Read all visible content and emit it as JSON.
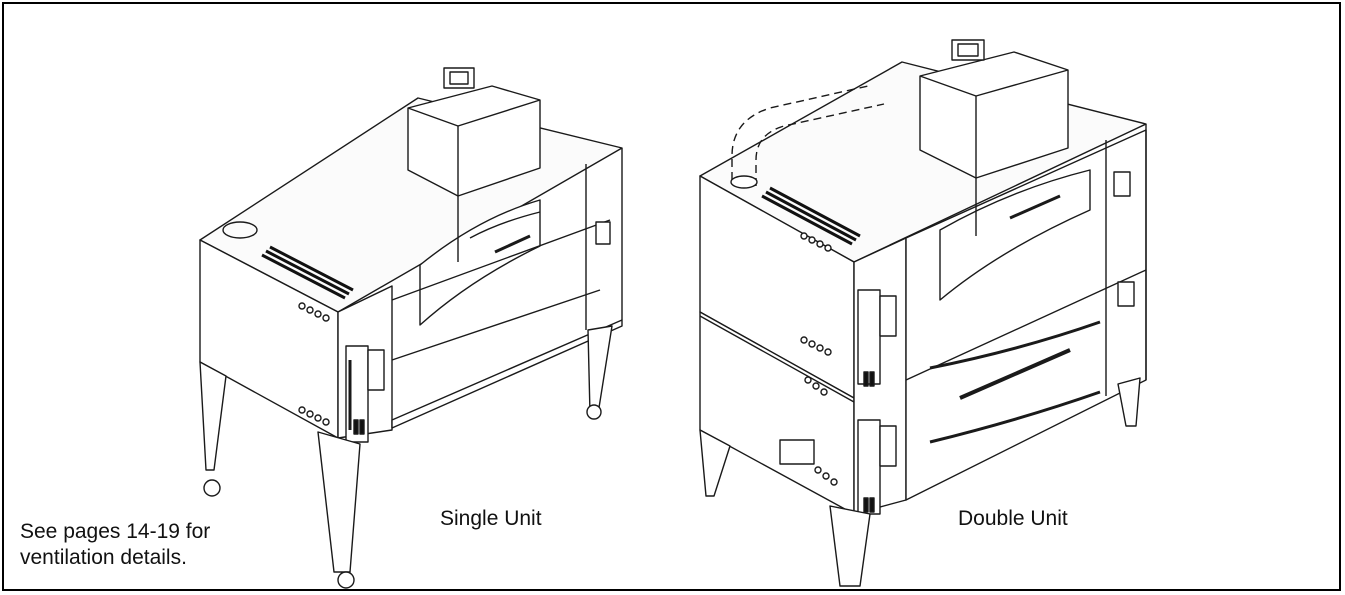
{
  "note": {
    "line1": "See  pages 14-19 for",
    "line2": "ventilation details."
  },
  "labels": {
    "single": "Single Unit",
    "double": "Double Unit"
  },
  "colors": {
    "ink": "#111111",
    "background": "#ffffff"
  }
}
